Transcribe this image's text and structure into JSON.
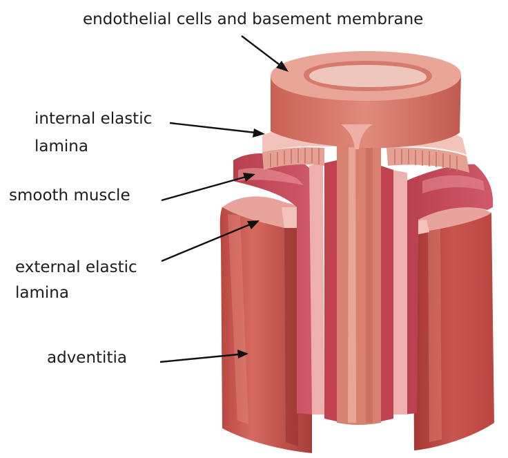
{
  "diagram": {
    "labels": {
      "endothelial": "endothelial cells and basement membrane",
      "internal_elastic_line1": "internal elastic",
      "internal_elastic_line2": "lamina",
      "smooth_muscle": "smooth muscle",
      "external_elastic_line1": "external elastic",
      "external_elastic_line2": "lamina",
      "adventitia": "adventitia"
    },
    "colors": {
      "adventitia": "#c8574f",
      "adventitia_dark": "#a63c3a",
      "external_elastic": "#e7a39c",
      "smooth_muscle": "#c64a55",
      "internal_elastic": "#f0bcb3",
      "intima": "#d97566",
      "lumen": "#efc6bc",
      "arrow": "#111111"
    }
  }
}
